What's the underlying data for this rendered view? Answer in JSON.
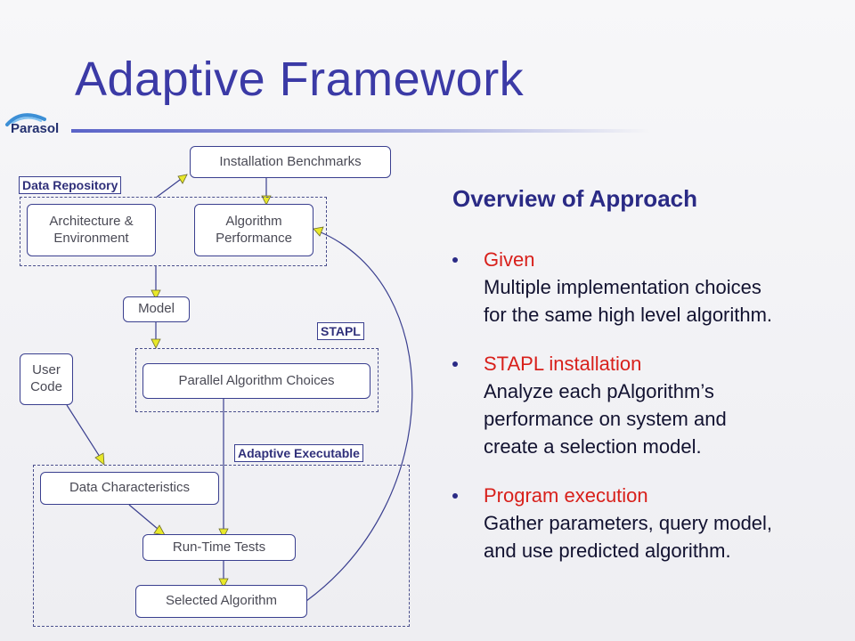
{
  "slide": {
    "title": "Adaptive Framework",
    "logo_text": "Parasol"
  },
  "diagram": {
    "groups": {
      "data_repository": "Data Repository",
      "stapl": "STAPL",
      "adaptive_executable": "Adaptive Executable"
    },
    "nodes": {
      "installation_benchmarks": "Installation Benchmarks",
      "architecture_environment": "Architecture &\nEnvironment",
      "algorithm_performance": "Algorithm\nPerformance",
      "model": "Model",
      "user_code": "User\nCode",
      "parallel_algorithm_choices": "Parallel Algorithm Choices",
      "data_characteristics": "Data Characteristics",
      "run_time_tests": "Run-Time Tests",
      "selected_algorithm": "Selected Algorithm"
    }
  },
  "overview": {
    "heading": "Overview of Approach",
    "items": [
      {
        "head": "Given",
        "body": "Multiple implementation choices\nfor the same high level algorithm."
      },
      {
        "head": "STAPL installation",
        "body": "Analyze each pAlgorithm’s\nperformance on system and\ncreate a selection model."
      },
      {
        "head": "Program execution",
        "body": "Gather parameters, query model,\nand use predicted algorithm."
      }
    ]
  },
  "colors": {
    "title": "#3b3aa6",
    "heading": "#2a2a85",
    "bullet_head": "#d8201b",
    "arrowhead": "#e8e82a"
  }
}
